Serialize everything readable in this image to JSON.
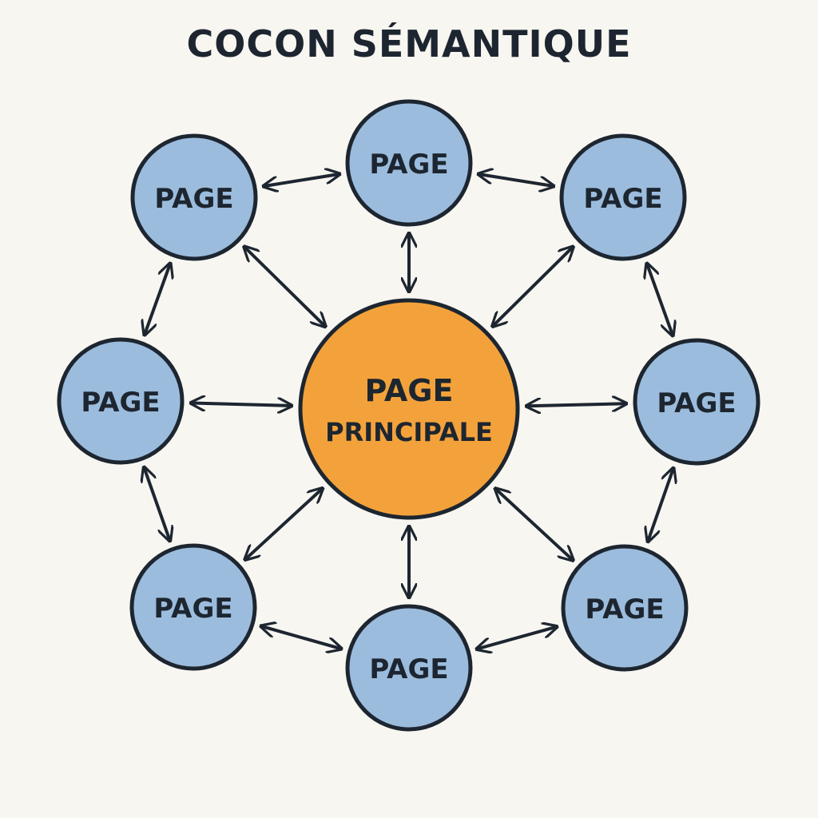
{
  "title": "COCON SÉMANTIQUE",
  "colors": {
    "background": "#f8f6f1",
    "satellite_fill": "#9bbcdd",
    "center_fill": "#f3a23b",
    "stroke": "#1d2630"
  },
  "center": {
    "line1": "PAGE",
    "line2": "PRINCIPALE"
  },
  "satellites": [
    {
      "id": "top",
      "label": "PAGE"
    },
    {
      "id": "top-right",
      "label": "PAGE"
    },
    {
      "id": "right",
      "label": "PAGE"
    },
    {
      "id": "bottom-right",
      "label": "PAGE"
    },
    {
      "id": "bottom",
      "label": "PAGE"
    },
    {
      "id": "bottom-left",
      "label": "PAGE"
    },
    {
      "id": "left",
      "label": "PAGE"
    },
    {
      "id": "top-left",
      "label": "PAGE"
    }
  ],
  "links": {
    "hub": [
      "top",
      "top-right",
      "right",
      "bottom-right",
      "bottom",
      "bottom-left",
      "left",
      "top-left"
    ],
    "ring": [
      [
        "top-left",
        "top"
      ],
      [
        "top",
        "top-right"
      ],
      [
        "top-right",
        "right"
      ],
      [
        "right",
        "bottom-right"
      ],
      [
        "bottom-right",
        "bottom"
      ],
      [
        "bottom",
        "bottom-left"
      ],
      [
        "bottom-left",
        "left"
      ],
      [
        "left",
        "top-left"
      ]
    ]
  }
}
